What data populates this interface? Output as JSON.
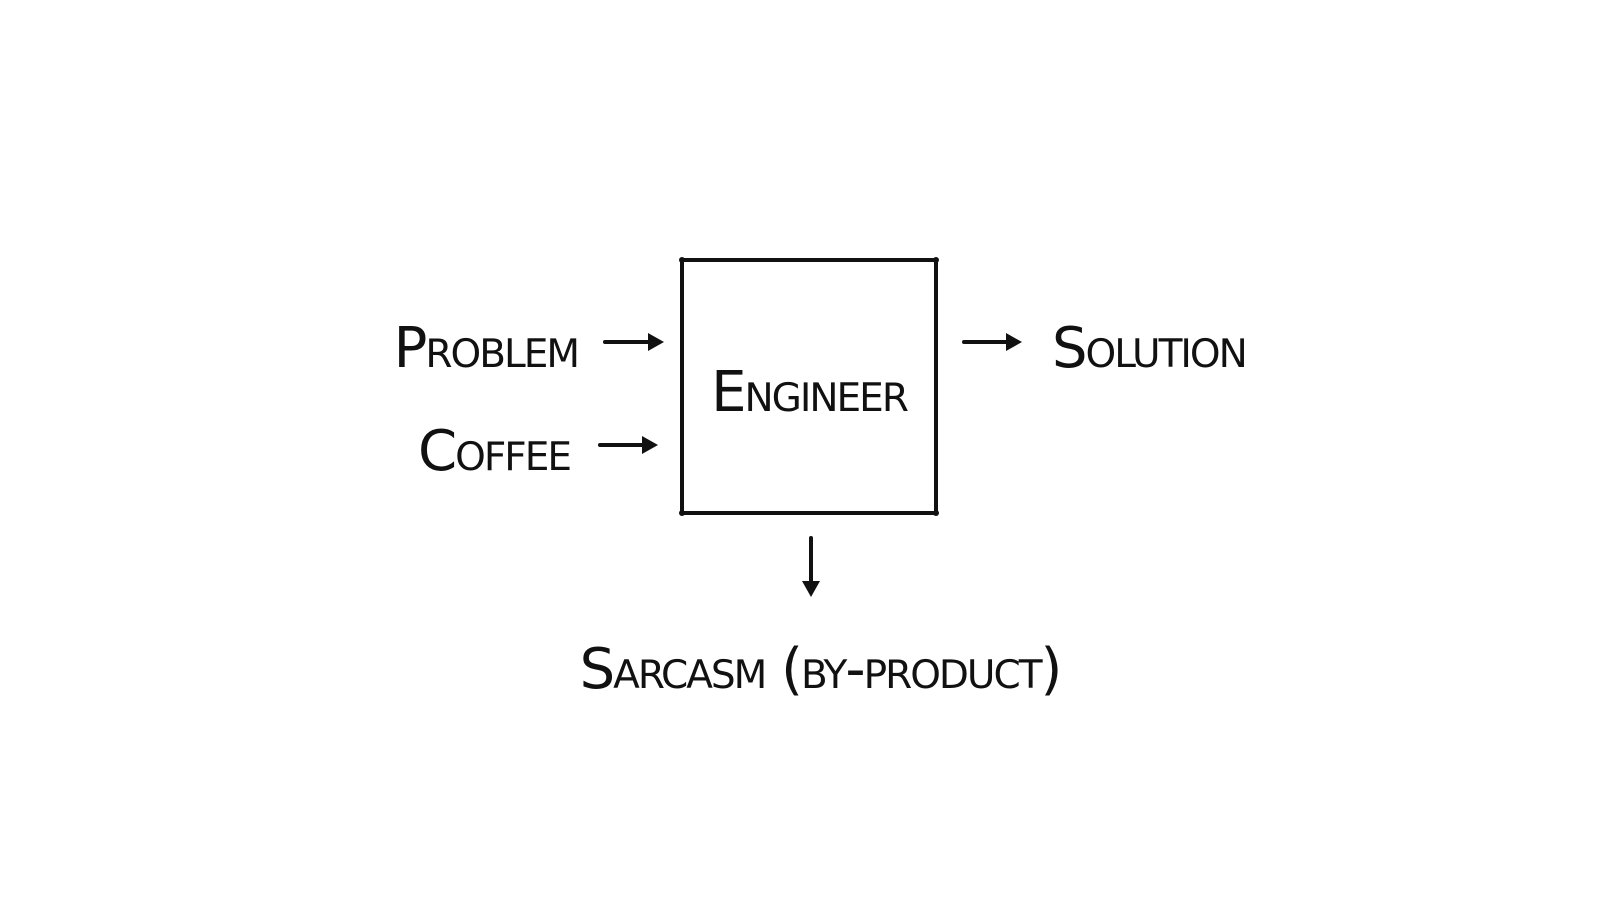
{
  "diagram": {
    "inputs": {
      "problem": "Problem",
      "coffee": "Coffee"
    },
    "process": "Engineer",
    "output": "Solution",
    "byproduct": "Sarcasm (by-product)"
  },
  "colors": {
    "background": "#ffffff",
    "ink": "#111111"
  }
}
